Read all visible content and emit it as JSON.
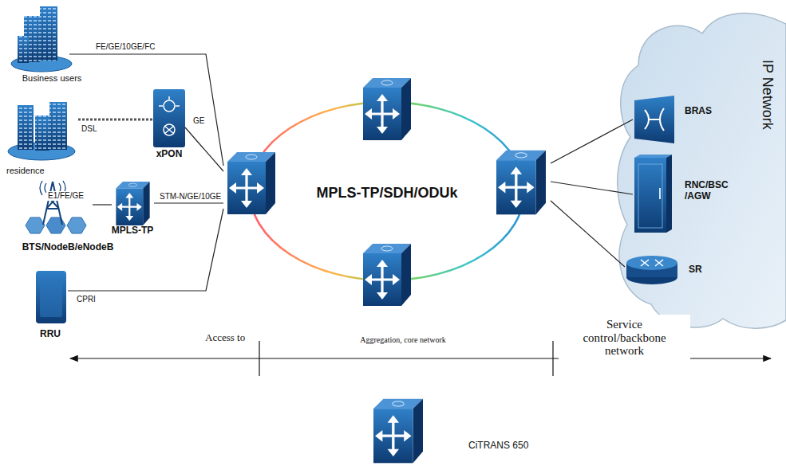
{
  "diagram": {
    "nodes": [
      {
        "text": [
          "Business users"
        ]
      },
      {
        "text": [
          "residence"
        ]
      },
      {
        "text": [
          "xPON"
        ]
      },
      {
        "text": [
          "BTS/NodeB/eNodeB"
        ]
      },
      {
        "text": [
          "MPLS-TP"
        ]
      },
      {
        "text": [
          "RRU"
        ]
      },
      {
        "text": [
          "MPLS-TP/SDH/ODUk"
        ]
      },
      {
        "text": [
          "IP Network"
        ]
      },
      {
        "text": [
          "BRAS"
        ],
        "in": 7
      },
      {
        "text": [
          "RNC/BSC /AGW"
        ],
        "in": 7
      },
      {
        "text": [
          "SR"
        ],
        "in": 7
      }
    ],
    "edges": [
      {
        "from": 0,
        "to": 6,
        "label": "FE/GE/10GE/FC",
        "arrow": "none"
      },
      {
        "from": 1,
        "to": 2,
        "label": "DSL",
        "arrow": "none"
      },
      {
        "from": 2,
        "to": 6,
        "label": "GE",
        "arrow": "none"
      },
      {
        "from": 3,
        "to": 4,
        "label": "E1/FE/GE",
        "arrow": "none"
      },
      {
        "from": 4,
        "to": 6,
        "label": "STM-N/GE/10GE",
        "arrow": "none"
      },
      {
        "from": 5,
        "to": 6,
        "label": "CPRI",
        "arrow": "none"
      },
      {
        "from": 6,
        "to": 8,
        "arrow": "none"
      },
      {
        "from": 6,
        "to": 9,
        "arrow": "none"
      },
      {
        "from": 6,
        "to": 10,
        "arrow": "none"
      }
    ],
    "labels": [
      "Access to",
      "Aggregation, core network",
      "Service control/backbone network"
    ],
    "legend": [
      {
        "text": "CiTRANS 650"
      }
    ]
  }
}
